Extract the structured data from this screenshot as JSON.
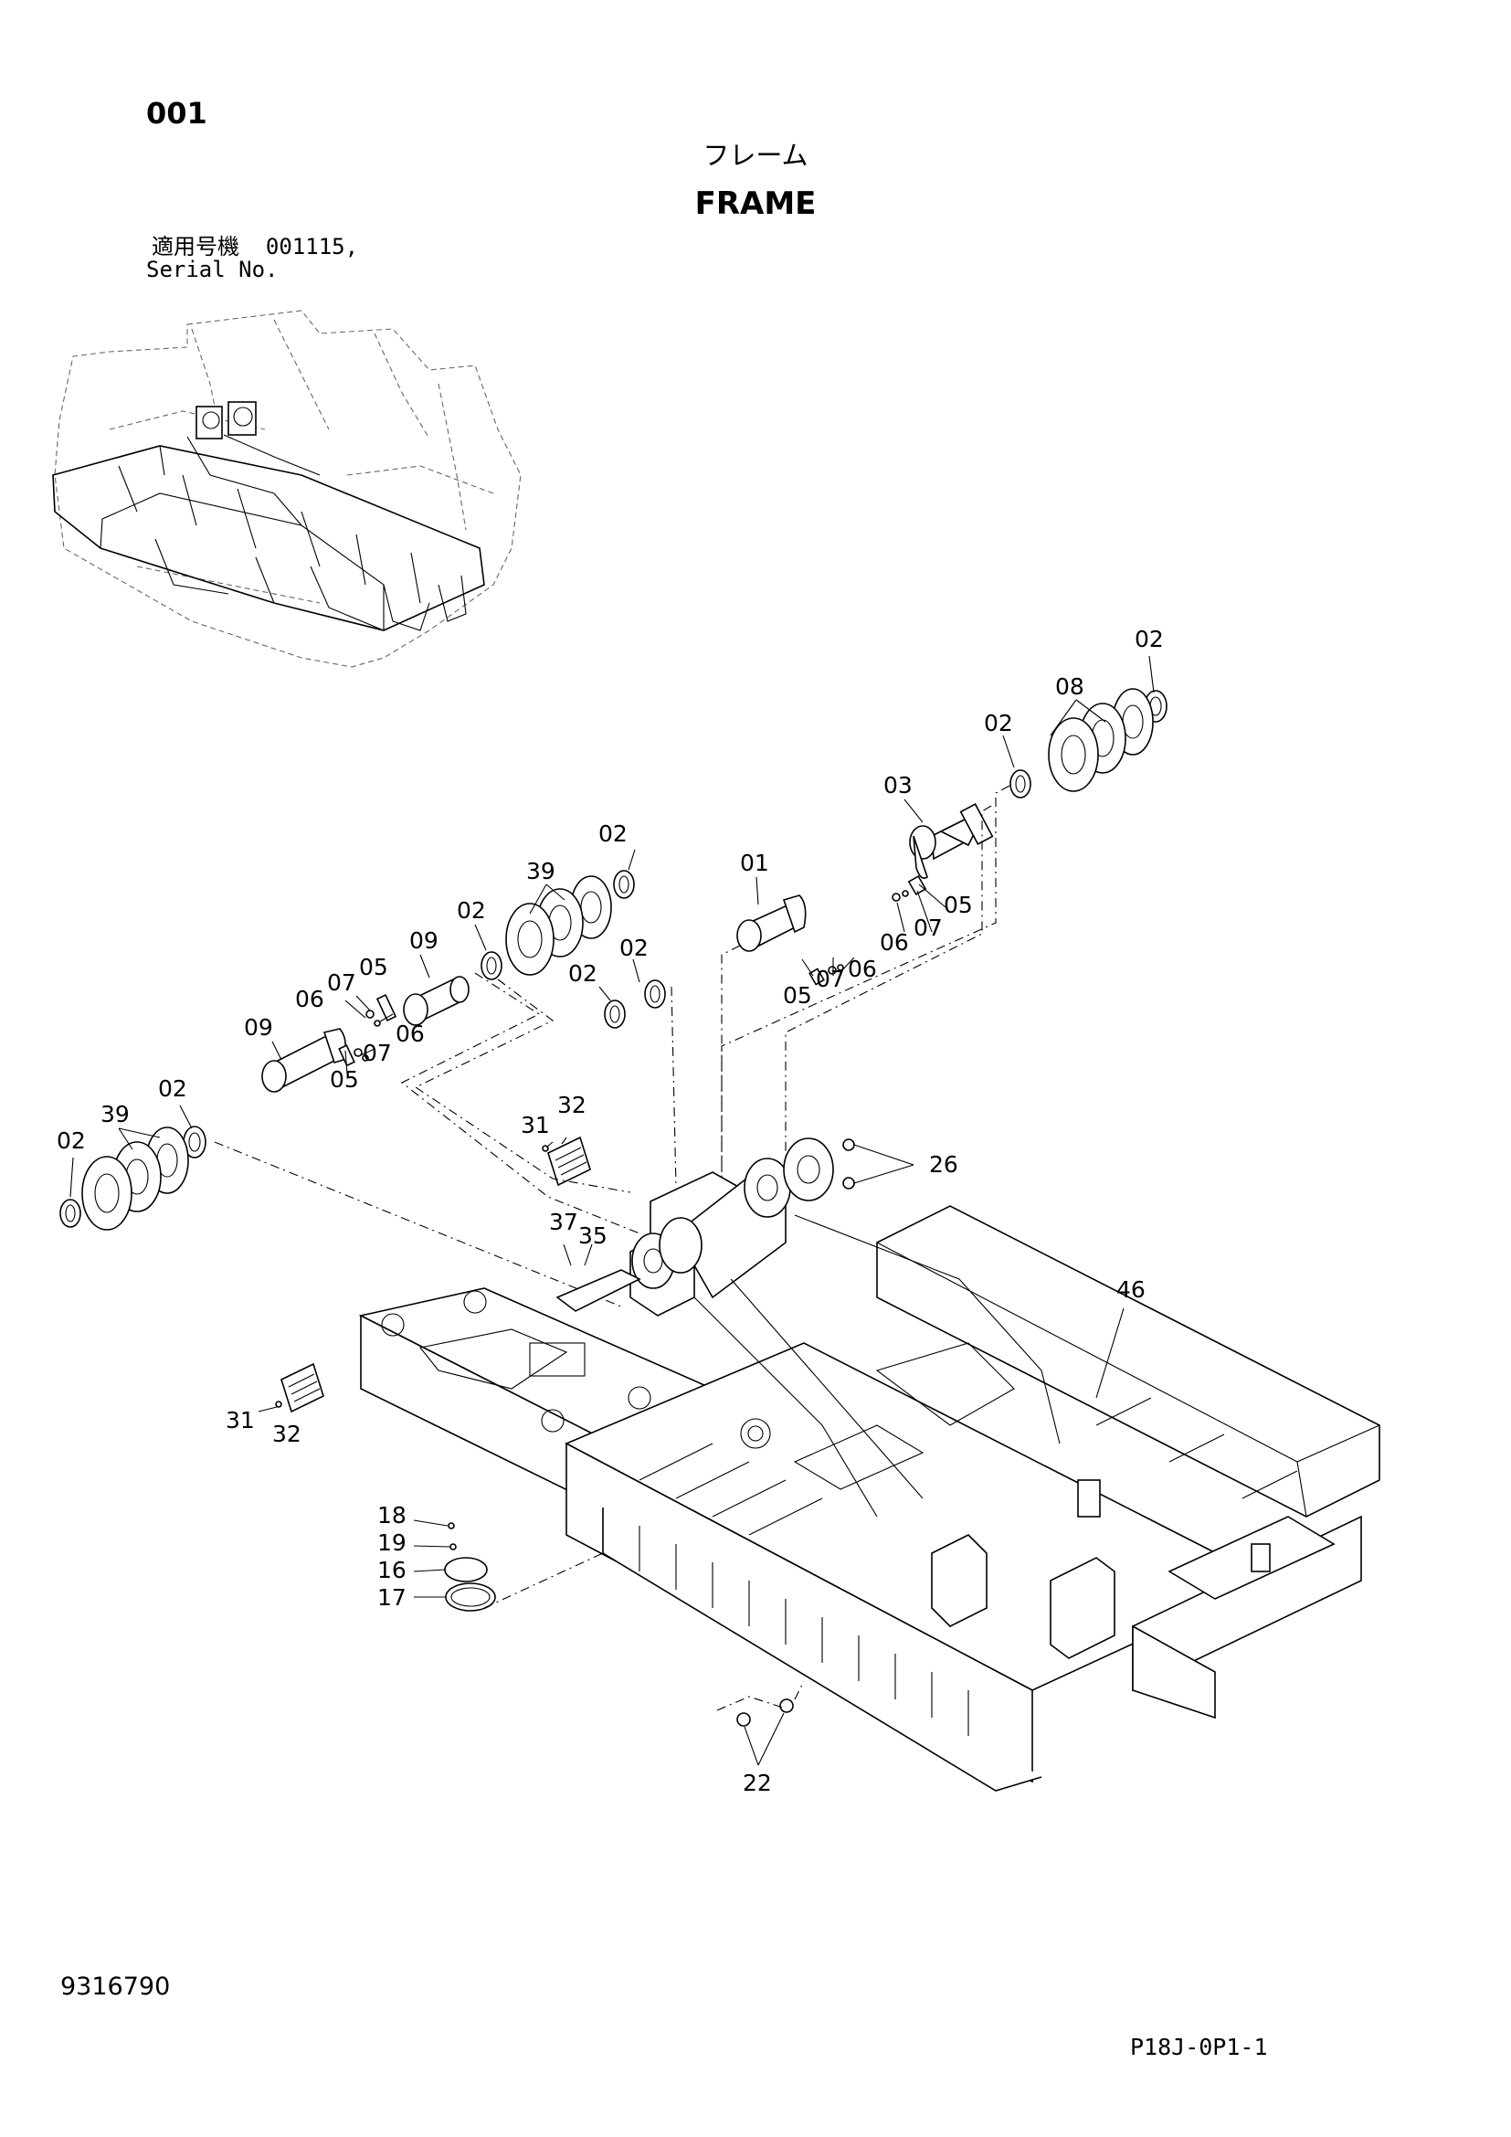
{
  "header": {
    "page_number": "001",
    "title_jp": "フレーム",
    "title_en": "FRAME",
    "serial_label_jp": "適用号機",
    "serial_value": "001115,",
    "serial_label_en": "Serial No."
  },
  "footer": {
    "doc_number": "9316790",
    "sheet_code": "P18J-0P1-1"
  },
  "callouts": {
    "c02_top": "02",
    "c08": "08",
    "c02_a": "02",
    "c03": "03",
    "c05_a": "05",
    "c07_a": "07",
    "c06_a": "06",
    "c01": "01",
    "c05_b": "05",
    "c07_b": "07",
    "c06_b": "06",
    "c02_b": "02",
    "c39_a": "39",
    "c02_c": "02",
    "c02_d": "02",
    "c02_e": "02",
    "c09_a": "09",
    "c07_c": "07",
    "c05_c": "05",
    "c06_c": "06",
    "c09_b": "09",
    "c06_d": "06",
    "c07_d": "07",
    "c05_d": "05",
    "c02_f": "02",
    "c39_b": "39",
    "c02_g": "02",
    "c32_a": "32",
    "c31_a": "31",
    "c26": "26",
    "c37": "37",
    "c35": "35",
    "c46": "46",
    "c31_b": "31",
    "c32_b": "32",
    "c18": "18",
    "c19": "19",
    "c16": "16",
    "c17": "17",
    "c22": "22"
  }
}
